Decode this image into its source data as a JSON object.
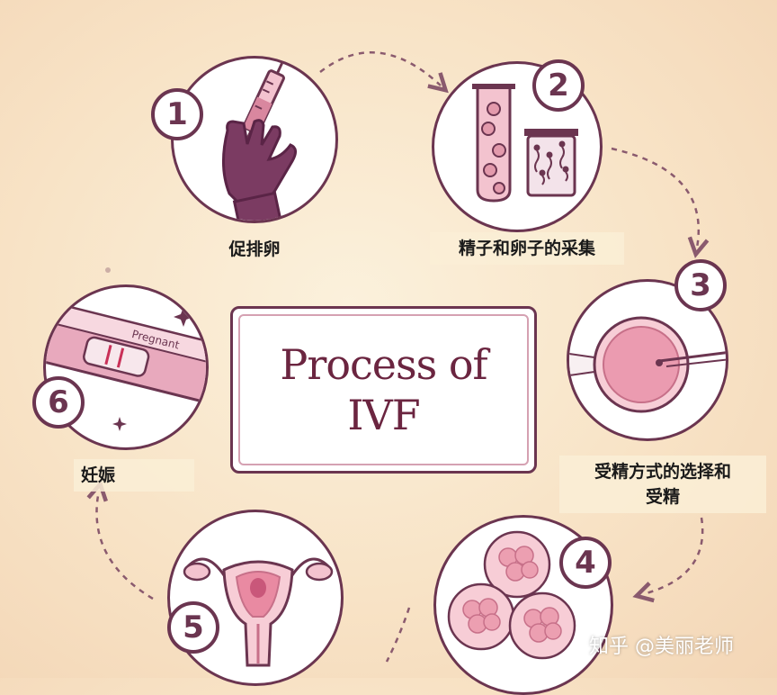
{
  "title": {
    "line1": "Process of",
    "line2": "IVF"
  },
  "steps": [
    {
      "number": "1",
      "label": "促排卵",
      "icon": "syringe-hand-icon"
    },
    {
      "number": "2",
      "label": "精子和卵子的采集",
      "icon": "test-tubes-icon"
    },
    {
      "number": "3",
      "label_line1": "受精方式的选择和",
      "label_line2": "受精",
      "icon": "egg-injection-icon"
    },
    {
      "number": "4",
      "label": "",
      "icon": "embryo-cells-icon"
    },
    {
      "number": "5",
      "label": "",
      "icon": "uterus-icon"
    },
    {
      "number": "6",
      "label": "妊娠",
      "icon": "pregnancy-test-icon"
    }
  ],
  "pregnancy_test_text": "Pregnant",
  "watermark": "知乎 @美丽老师",
  "colors": {
    "outline": "#6b3550",
    "accent_pink": "#d9879f",
    "light_pink": "#f3c3cf",
    "background": "#f8e6c8",
    "title_text": "#6b2540"
  }
}
